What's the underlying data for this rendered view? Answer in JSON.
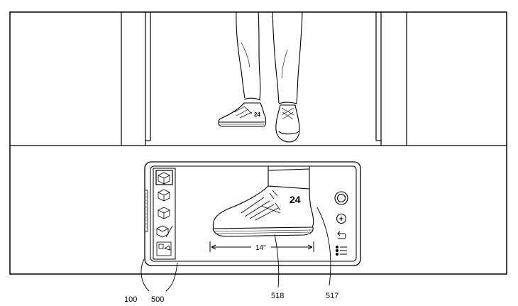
{
  "figure": {
    "ref_labels": {
      "device": "100",
      "interface": "500",
      "measurement": "518",
      "size_callout": "517"
    },
    "shoe_size_on_person": "24",
    "shoe_size_on_screen": "24",
    "measurement_text": "14\""
  },
  "ui": {
    "sidebar_tools": [
      {
        "name": "cube-view-1-icon",
        "selected": true
      },
      {
        "name": "cube-view-2-icon",
        "selected": false
      },
      {
        "name": "cube-view-3-icon",
        "selected": false
      },
      {
        "name": "cube-edit-icon",
        "selected": false
      },
      {
        "name": "layout-icon",
        "selected": false
      }
    ],
    "right_controls": [
      "capture-button",
      "add-button",
      "undo-button",
      "menu-button"
    ]
  }
}
